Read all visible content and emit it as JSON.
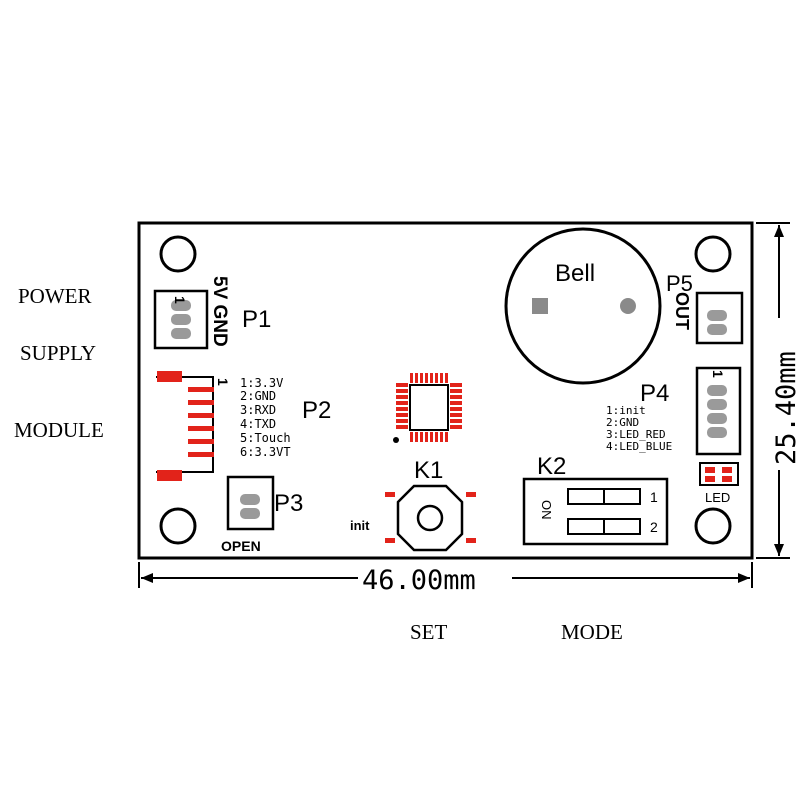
{
  "side_labels": {
    "power": "POWER",
    "supply": "SUPPLY",
    "module": "MODULE"
  },
  "bottom_labels": {
    "set": "SET",
    "mode": "MODE"
  },
  "dimensions": {
    "width": "46.00mm",
    "height": "25.40mm"
  },
  "board": {
    "bell": "Bell",
    "p1": {
      "name": "P1",
      "pin_label": "5V GND",
      "pin_number": "1"
    },
    "p2": {
      "name": "P2",
      "pin_number": "1",
      "pins": [
        "1:3.3V",
        "2:GND",
        "3:RXD",
        "4:TXD",
        "5:Touch",
        "6:3.3VT"
      ]
    },
    "p3": {
      "name": "P3",
      "label": "OPEN"
    },
    "p4": {
      "name": "P4",
      "pin_number": "1",
      "pins": [
        "1:init",
        "2:GND",
        "3:LED_RED",
        "4:LED_BLUE"
      ]
    },
    "p5": {
      "name": "P5",
      "label": "OUT"
    },
    "k1": {
      "name": "K1",
      "label": "init"
    },
    "k2": {
      "name": "K2",
      "on_label": "ON",
      "switch_1": "1",
      "switch_2": "2"
    },
    "led": "LED"
  },
  "colors": {
    "pad_red": "#e2231a",
    "outline": "#000000",
    "pad_gray": "#9a9a9a"
  }
}
